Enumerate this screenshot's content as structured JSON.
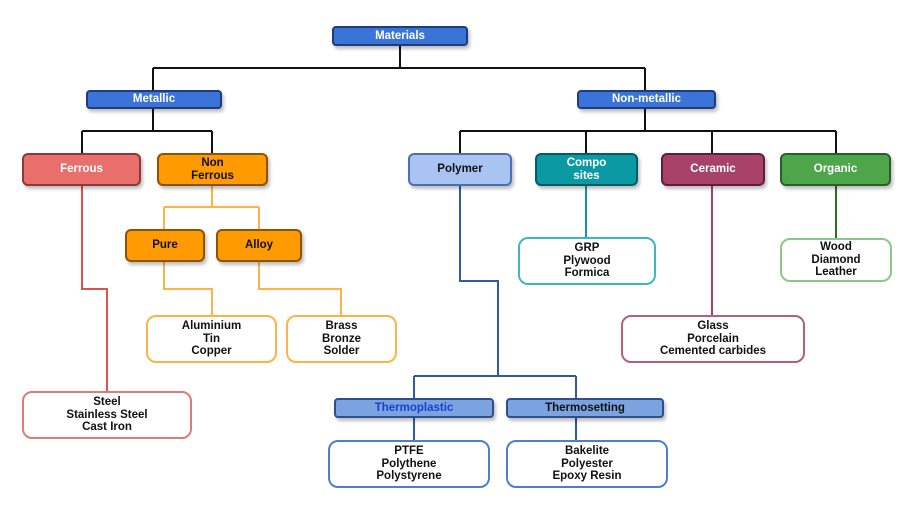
{
  "nodes": {
    "materials": "Materials",
    "metallic": "Metallic",
    "non_metallic": "Non-metallic",
    "ferrous": "Ferrous",
    "non_ferrous": "Non\nFerrous",
    "pure": "Pure",
    "alloy": "Alloy",
    "polymer": "Polymer",
    "composites": "Compo\nsites",
    "ceramic": "Ceramic",
    "organic": "Organic",
    "thermoplastic": "Thermoplastic",
    "thermosetting": "Thermosetting"
  },
  "leaves": {
    "ferrous_examples": "Steel\nStainless Steel\nCast Iron",
    "pure_examples": "Aluminium\nTin\nCopper",
    "alloy_examples": "Brass\nBronze\nSolder",
    "composite_examples": "GRP\nPlywood\nFormica",
    "ceramic_examples": "Glass\nPorcelain\nCemented carbides",
    "organic_examples": "Wood\nDiamond\nLeather",
    "thermoplastic_examples": "PTFE\nPolythene\nPolystyrene",
    "thermosetting_examples": "Bakelite\nPolyester\nEpoxy Resin"
  },
  "colors": {
    "blue": "#3a74d8",
    "ferrous": "#e86f6c",
    "non_ferrous": "#ff9a00",
    "composites": "#0b9aa4",
    "ceramic": "#a94268",
    "organic": "#4fa64a",
    "polymer": "#a9c4f2"
  }
}
